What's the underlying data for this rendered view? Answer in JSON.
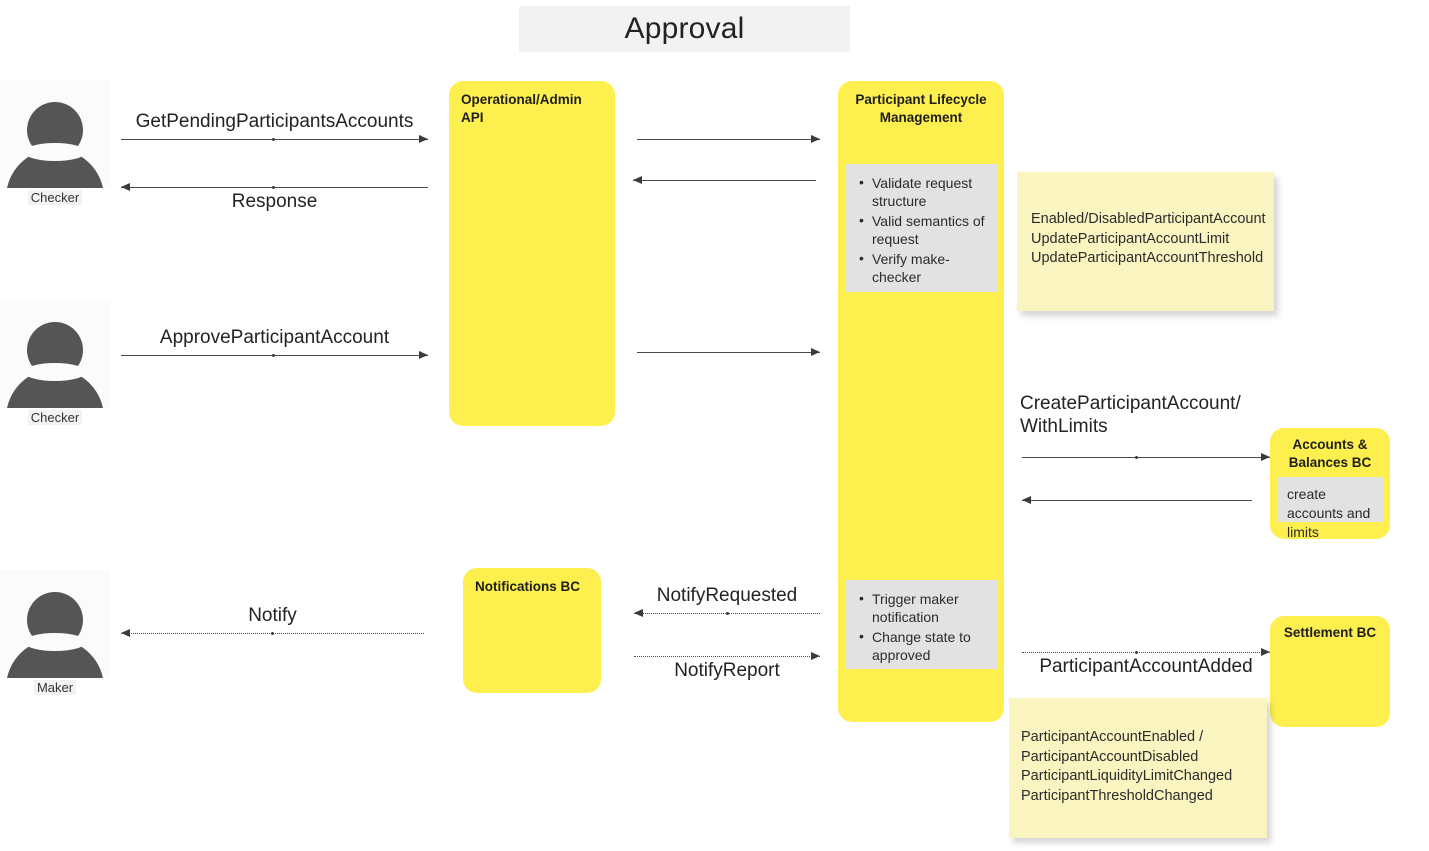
{
  "diagram": {
    "title": "Approval",
    "colors": {
      "lane": "#fdf04e",
      "sticky": "#faf5c0",
      "note": "#e2e2e2",
      "title_banner": "#f2f2f2",
      "arrow": "#3a3a3a",
      "actor": "#555555"
    }
  },
  "actors": [
    {
      "id": "checker-top",
      "label": "Checker",
      "icon": "person-icon"
    },
    {
      "id": "checker-mid",
      "label": "Checker",
      "icon": "person-icon"
    },
    {
      "id": "maker-bottom",
      "label": "Maker",
      "icon": "person-icon"
    }
  ],
  "lanes": [
    {
      "id": "operational-admin-api",
      "title": "Operational/Admin API"
    },
    {
      "id": "participant-lifecycle-management",
      "title": "Participant Lifecycle Management"
    },
    {
      "id": "notifications-bc",
      "title": "Notifications BC"
    },
    {
      "id": "accounts-balances-bc",
      "title": "Accounts & Balances BC"
    },
    {
      "id": "settlement-bc",
      "title": "Settlement BC"
    }
  ],
  "notes": {
    "plm_validation": [
      "Validate request structure",
      "Valid semantics of request",
      "Verify make-checker"
    ],
    "plm_notification": [
      "Trigger maker notification",
      "Change state to approved"
    ],
    "accounts_balances": "create accounts and limits"
  },
  "stickies": [
    {
      "id": "sticky-commands",
      "text": "Enabled/DisabledParticipantAccount\nUpdateParticipantAccountLimit\nUpdateParticipantAccountThreshold"
    },
    {
      "id": "sticky-events",
      "text": "ParticipantAccountEnabled /\nParticipantAccountDisabled\nParticipantLiquidityLimitChanged\nParticipantThresholdChanged"
    }
  ],
  "messages": [
    {
      "id": "get-pending-participants-accounts",
      "label": "GetPendingParticipantsAccounts",
      "direction": "right",
      "style": "solid"
    },
    {
      "id": "response",
      "label": "Response",
      "direction": "left",
      "style": "solid"
    },
    {
      "id": "api-to-plm-request",
      "label": "",
      "direction": "right",
      "style": "solid"
    },
    {
      "id": "plm-to-api-response",
      "label": "",
      "direction": "left",
      "style": "solid"
    },
    {
      "id": "approve-participant-account",
      "label": "ApproveParticipantAccount",
      "direction": "right",
      "style": "solid"
    },
    {
      "id": "approve-api-to-plm",
      "label": "",
      "direction": "right",
      "style": "solid"
    },
    {
      "id": "create-participant-account-with-limits",
      "label": "CreateParticipantAccount/\nWithLimits",
      "direction": "right",
      "style": "solid"
    },
    {
      "id": "accounts-balances-return",
      "label": "",
      "direction": "left",
      "style": "solid"
    },
    {
      "id": "notify-requested",
      "label": "NotifyRequested",
      "direction": "left",
      "style": "dotted"
    },
    {
      "id": "notify-report",
      "label": "NotifyReport",
      "direction": "right",
      "style": "dotted"
    },
    {
      "id": "notify",
      "label": "Notify",
      "direction": "left",
      "style": "dotted"
    },
    {
      "id": "participant-account-added",
      "label": "ParticipantAccountAdded",
      "direction": "right",
      "style": "dotted"
    }
  ]
}
